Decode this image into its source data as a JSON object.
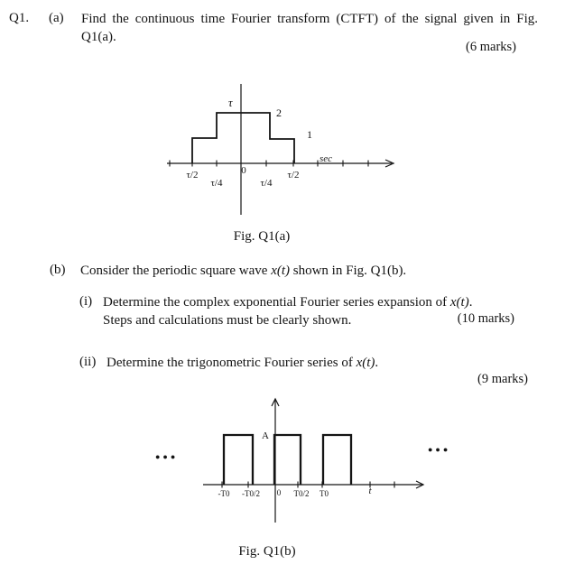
{
  "header": {
    "q_number": "Q1.",
    "part_a_label": "(a)"
  },
  "part_a": {
    "text": "Find the continuous time Fourier transform (CTFT) of the signal given in Fig. Q1(a).",
    "marks": "(6 marks)"
  },
  "fig_a": {
    "caption": "Fig. Q1(a)",
    "tau_label": "τ",
    "level_2": "2",
    "level_1": "1",
    "unit": "sec",
    "tick_labels": [
      "τ/2",
      "τ/4",
      "0",
      "τ/4",
      "τ/2"
    ]
  },
  "part_b": {
    "label": "(b)",
    "text_prefix": "Consider the periodic square wave ",
    "signal": "x(t)",
    "text_suffix": " shown in Fig. Q1(b)."
  },
  "part_b_i": {
    "label": "(i)",
    "line1_prefix": "Determine the complex exponential Fourier series expansion of ",
    "signal": "x(t)",
    "line1_suffix": ".",
    "line2": "Steps and calculations must be clearly shown.",
    "marks": "(10 marks)"
  },
  "part_b_ii": {
    "label": "(ii)",
    "text_prefix": "Determine the trigonometric Fourier series of ",
    "signal": "x(t)",
    "text_suffix": ".",
    "marks": "(9 marks)"
  },
  "fig_b": {
    "caption": "Fig. Q1(b)",
    "amplitude": "A",
    "tick_labels": [
      "-T0",
      "-T0/2",
      "0",
      "T0/2",
      "T0"
    ],
    "axis_var": "t",
    "ellipsis_left": "●●●",
    "ellipsis_right": "●●●"
  }
}
